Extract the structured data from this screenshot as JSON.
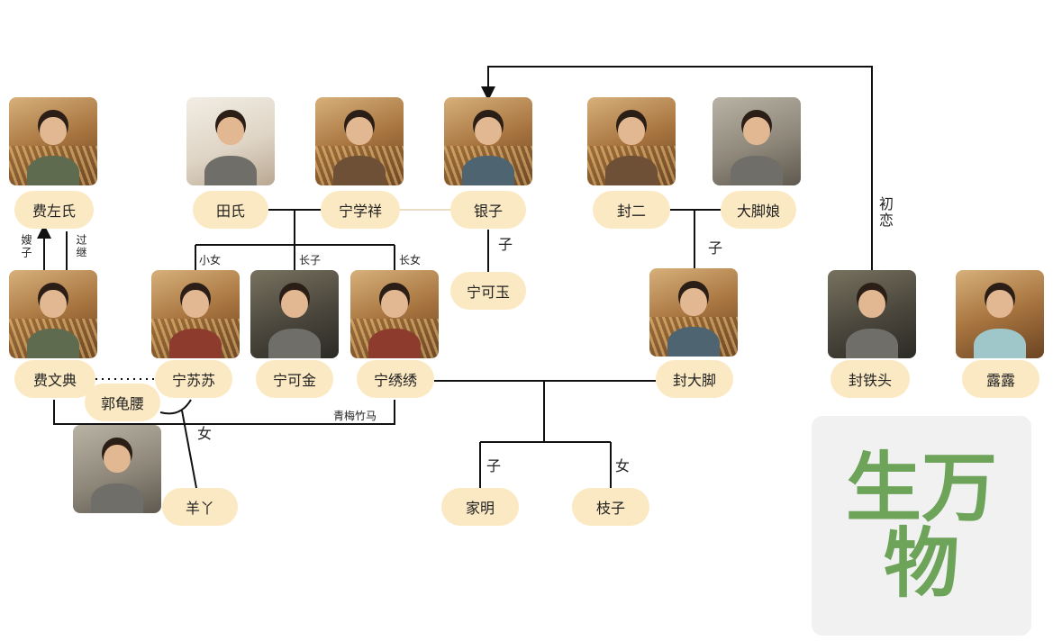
{
  "people": {
    "fei_zuo_shi": "费左氏",
    "tian_shi": "田氏",
    "ning_xue_xiang": "宁学祥",
    "yin_zi": "银子",
    "feng_er": "封二",
    "da_jiao_niang": "大脚娘",
    "ning_ke_yu": "宁可玉",
    "fei_wen_dian": "费文典",
    "ning_su_su": "宁苏苏",
    "ning_ke_jin": "宁可金",
    "ning_xiu_xiu": "宁绣绣",
    "feng_da_jiao": "封大脚",
    "feng_tie_tou": "封铁头",
    "lu_lu": "露露",
    "guo_gui_yao": "郭龟腰",
    "yang_ya": "羊丫",
    "jia_ming": "家明",
    "zhi_zi": "枝子"
  },
  "relations": {
    "sao_zi": "嫂子",
    "guo_ji": "过继",
    "xiao_nv": "小女",
    "zhang_zi": "长子",
    "zhang_nv": "长女",
    "zi_yin": "子",
    "zi_feng": "子",
    "chu_lian": "初恋",
    "qing_mei_zhu_ma": "青梅竹马",
    "nv_yang": "女",
    "zi_jia": "子",
    "nv_zhi": "女"
  },
  "logo": {
    "text": "生万物",
    "color": "#6ea45a"
  },
  "colors": {
    "pill": "#fbe9c3",
    "line": "#111111"
  }
}
